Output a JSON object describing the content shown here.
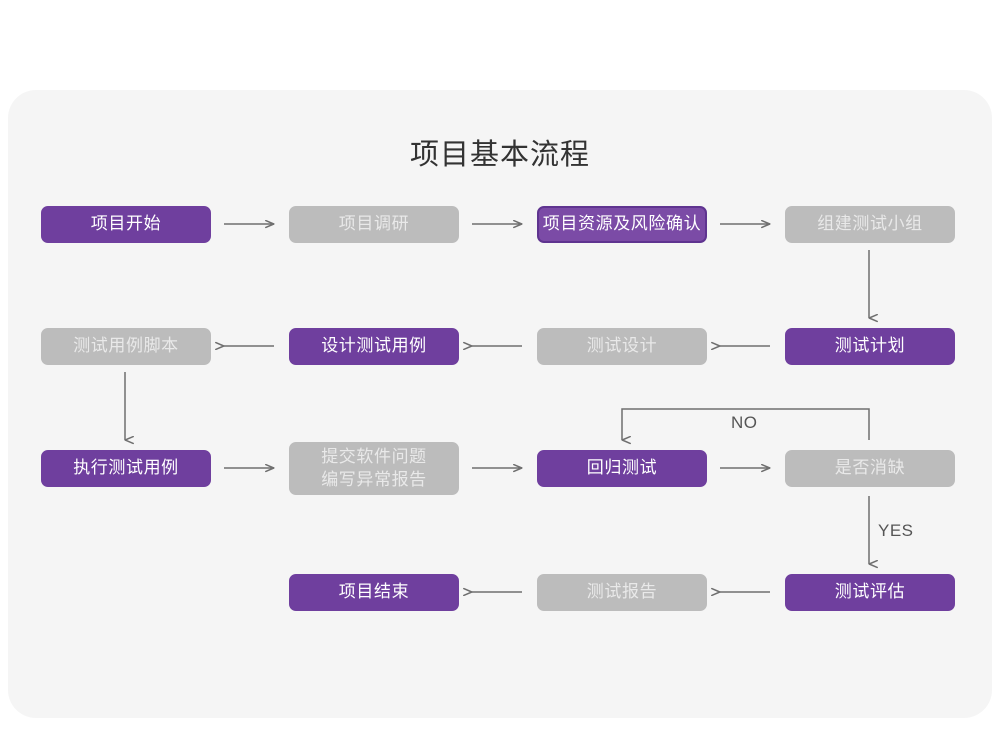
{
  "diagram": {
    "title": "项目基本流程",
    "colors": {
      "page_background": "#ffffff",
      "panel_background": "#f5f5f5",
      "accent_purple": "#6f3f9e",
      "muted_gray": "#bcbcbc",
      "connector_gray": "#7a7a7a",
      "title_text": "#333333"
    },
    "nodes": [
      {
        "id": "n1",
        "label": "项目开始",
        "style": "purple"
      },
      {
        "id": "n2",
        "label": "项目调研",
        "style": "gray"
      },
      {
        "id": "n3",
        "label": "项目资源及风险确认",
        "style": "purple-outline"
      },
      {
        "id": "n4",
        "label": "组建测试小组",
        "style": "gray"
      },
      {
        "id": "n5",
        "label": "测试用例脚本",
        "style": "gray"
      },
      {
        "id": "n6",
        "label": "设计测试用例",
        "style": "purple"
      },
      {
        "id": "n7",
        "label": "测试设计",
        "style": "gray"
      },
      {
        "id": "n8",
        "label": "测试计划",
        "style": "purple"
      },
      {
        "id": "n9",
        "label": "执行测试用例",
        "style": "purple"
      },
      {
        "id": "n10",
        "label": "提交软件问题\n编写异常报告",
        "style": "gray"
      },
      {
        "id": "n11",
        "label": "回归测试",
        "style": "purple"
      },
      {
        "id": "n12",
        "label": "是否消缺",
        "style": "gray"
      },
      {
        "id": "n13",
        "label": "项目结束",
        "style": "purple"
      },
      {
        "id": "n14",
        "label": "测试报告",
        "style": "gray"
      },
      {
        "id": "n15",
        "label": "测试评估",
        "style": "purple"
      }
    ],
    "edge_labels": {
      "no": "NO",
      "yes": "YES"
    }
  }
}
